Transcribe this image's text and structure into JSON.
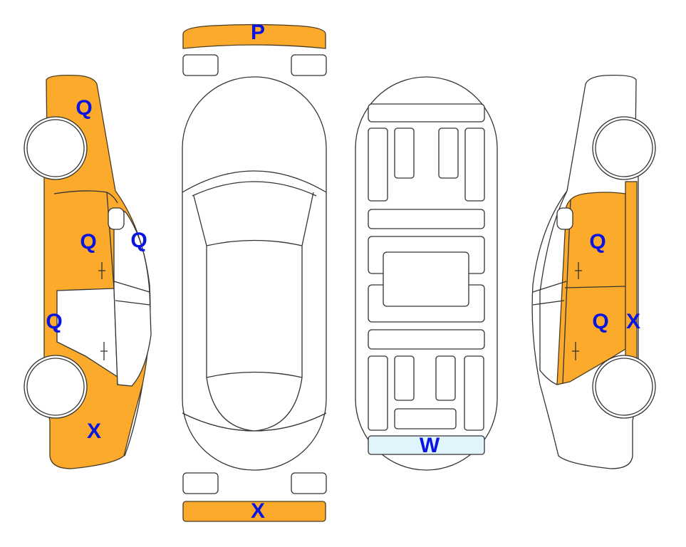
{
  "colors": {
    "damage_fill": "#fbaa2b",
    "label_text": "#0a14e0",
    "highlight_w": "#e0f5fb"
  },
  "views": {
    "left_side": {
      "labels": [
        "Q",
        "Q",
        "Q",
        "Q",
        "X"
      ]
    },
    "top": {
      "front_bumper_label": "P",
      "rear_bumper_label": "X"
    },
    "underbody": {
      "rear_panel_label": "W"
    },
    "right_side": {
      "labels": [
        "Q",
        "Q",
        "X"
      ]
    }
  }
}
